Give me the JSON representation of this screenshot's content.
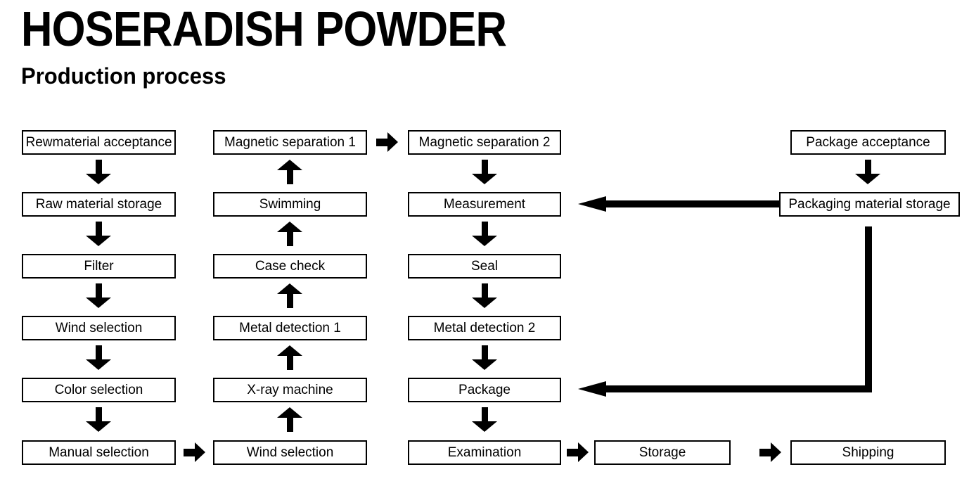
{
  "header": {
    "title": "HOSERADISH POWDER",
    "subtitle": "Production process"
  },
  "colors": {
    "ink": "#000000",
    "background": "#ffffff"
  },
  "nodes": {
    "rewmaterial_acceptance": "Rewmaterial acceptance",
    "raw_material_storage": "Raw material storage",
    "filter": "Filter",
    "wind_selection_1": "Wind selection",
    "color_selection": "Color selection",
    "manual_selection": "Manual selection",
    "magnetic_separation_1": "Magnetic separation 1",
    "swimming": "Swimming",
    "case_check": "Case check",
    "metal_detection_1": "Metal detection 1",
    "x_ray_machine": "X-ray machine",
    "wind_selection_2": "Wind selection",
    "magnetic_separation_2": "Magnetic separation 2",
    "measurement": "Measurement",
    "seal": "Seal",
    "metal_detection_2": "Metal detection 2",
    "package": "Package",
    "examination": "Examination",
    "package_acceptance": "Package acceptance",
    "packaging_material_storage": "Packaging material storage",
    "storage": "Storage",
    "shipping": "Shipping"
  },
  "edges": [
    {
      "from": "rewmaterial_acceptance",
      "to": "raw_material_storage",
      "direction": "down"
    },
    {
      "from": "raw_material_storage",
      "to": "filter",
      "direction": "down"
    },
    {
      "from": "filter",
      "to": "wind_selection_1",
      "direction": "down"
    },
    {
      "from": "wind_selection_1",
      "to": "color_selection",
      "direction": "down"
    },
    {
      "from": "color_selection",
      "to": "manual_selection",
      "direction": "down"
    },
    {
      "from": "manual_selection",
      "to": "wind_selection_2",
      "direction": "right"
    },
    {
      "from": "wind_selection_2",
      "to": "x_ray_machine",
      "direction": "up"
    },
    {
      "from": "x_ray_machine",
      "to": "metal_detection_1",
      "direction": "up"
    },
    {
      "from": "metal_detection_1",
      "to": "case_check",
      "direction": "up"
    },
    {
      "from": "case_check",
      "to": "swimming",
      "direction": "up"
    },
    {
      "from": "swimming",
      "to": "magnetic_separation_1",
      "direction": "up"
    },
    {
      "from": "magnetic_separation_1",
      "to": "magnetic_separation_2",
      "direction": "right"
    },
    {
      "from": "magnetic_separation_2",
      "to": "measurement",
      "direction": "down"
    },
    {
      "from": "measurement",
      "to": "seal",
      "direction": "down"
    },
    {
      "from": "seal",
      "to": "metal_detection_2",
      "direction": "down"
    },
    {
      "from": "metal_detection_2",
      "to": "package",
      "direction": "down"
    },
    {
      "from": "package",
      "to": "examination",
      "direction": "down"
    },
    {
      "from": "examination",
      "to": "storage",
      "direction": "right"
    },
    {
      "from": "storage",
      "to": "shipping",
      "direction": "right"
    },
    {
      "from": "package_acceptance",
      "to": "packaging_material_storage",
      "direction": "down"
    },
    {
      "from": "packaging_material_storage",
      "to": "measurement",
      "direction": "left"
    },
    {
      "from": "packaging_material_storage",
      "to": "package",
      "direction": "down-left"
    }
  ]
}
